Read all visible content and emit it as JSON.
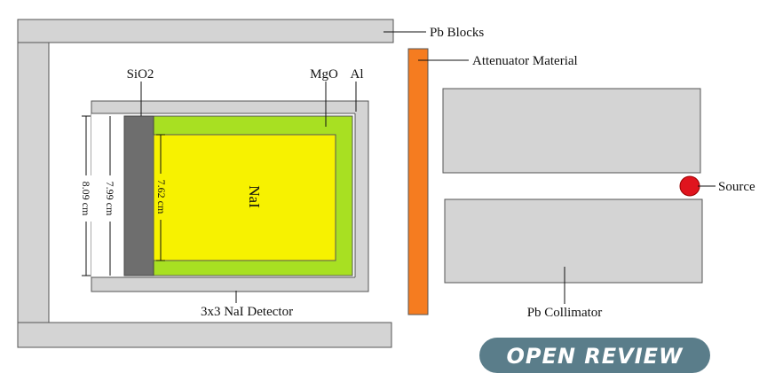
{
  "labels": {
    "pb_blocks": "Pb Blocks",
    "attenuator": "Attenuator Material",
    "source": "Source",
    "pb_collimator": "Pb Collimator",
    "detector": "3x3 NaI Detector",
    "sio2": "SiO2",
    "mgo": "MgO",
    "al": "Al",
    "nai": "NaI"
  },
  "dimensions": {
    "outer": "8.09 cm",
    "middle": "7.99 cm",
    "inner": "7.62 cm"
  },
  "badge": {
    "text": "OPEN REVIEW"
  },
  "colors": {
    "pb_gray": "#d4d4d4",
    "outline": "#555555",
    "sio2_gray": "#6e6e6e",
    "mgo_green": "#a8e022",
    "nai_yellow": "#f7f200",
    "attenuator_orange": "#f57c20",
    "source_red": "#e0141e",
    "badge_bg": "#5a7d8a"
  }
}
